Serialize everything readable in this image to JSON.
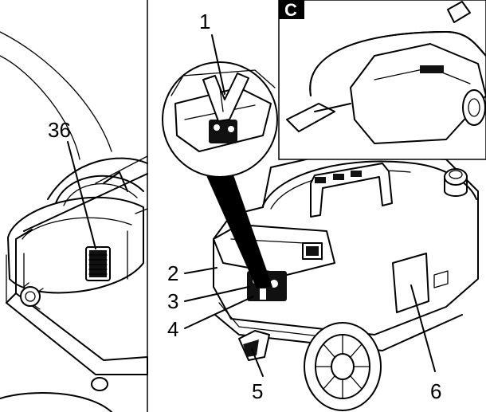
{
  "panel_label": "C",
  "callouts": {
    "c1": "1",
    "c2": "2",
    "c3": "3",
    "c4": "4",
    "c5": "5",
    "c6": "6",
    "c36": "36"
  }
}
